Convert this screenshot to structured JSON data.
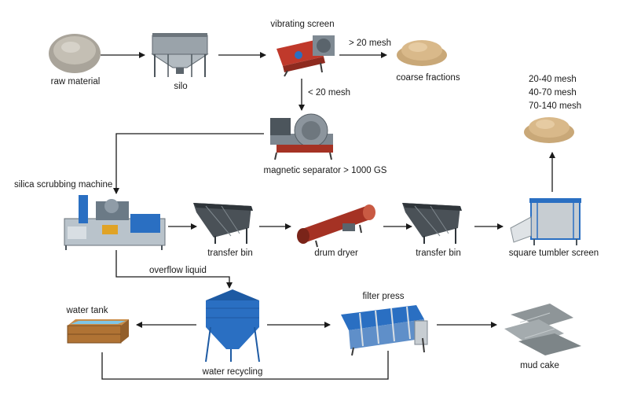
{
  "nodes": {
    "raw_material": "raw material",
    "silo": "silo",
    "vibrating_screen": "vibrating screen",
    "coarse_fractions": "coarse fractions",
    "magnetic_separator": "magnetic separator > 1000 GS",
    "silica_scrubbing_machine": "silica scrubbing machine",
    "transfer_bin_1": "transfer bin",
    "drum_dryer": "drum dryer",
    "transfer_bin_2": "transfer bin",
    "square_tumbler_screen": "square tumbler screen",
    "water_tank": "water tank",
    "water_recycling": "water recycling",
    "filter_press": "filter press",
    "mud_cake": "mud cake"
  },
  "edges": {
    "over_20_mesh": "> 20 mesh",
    "under_20_mesh": "< 20 mesh",
    "overflow_liquid": "overflow liquid"
  },
  "product_sizes": [
    "20-40 mesh",
    "40-70 mesh",
    "70-140 mesh"
  ],
  "colors": {
    "line": "#1a1a1a",
    "sand": "#d9b98a",
    "machine_blue": "#2a6fc2",
    "steel": "#7d8790",
    "rust": "#b23a28"
  }
}
